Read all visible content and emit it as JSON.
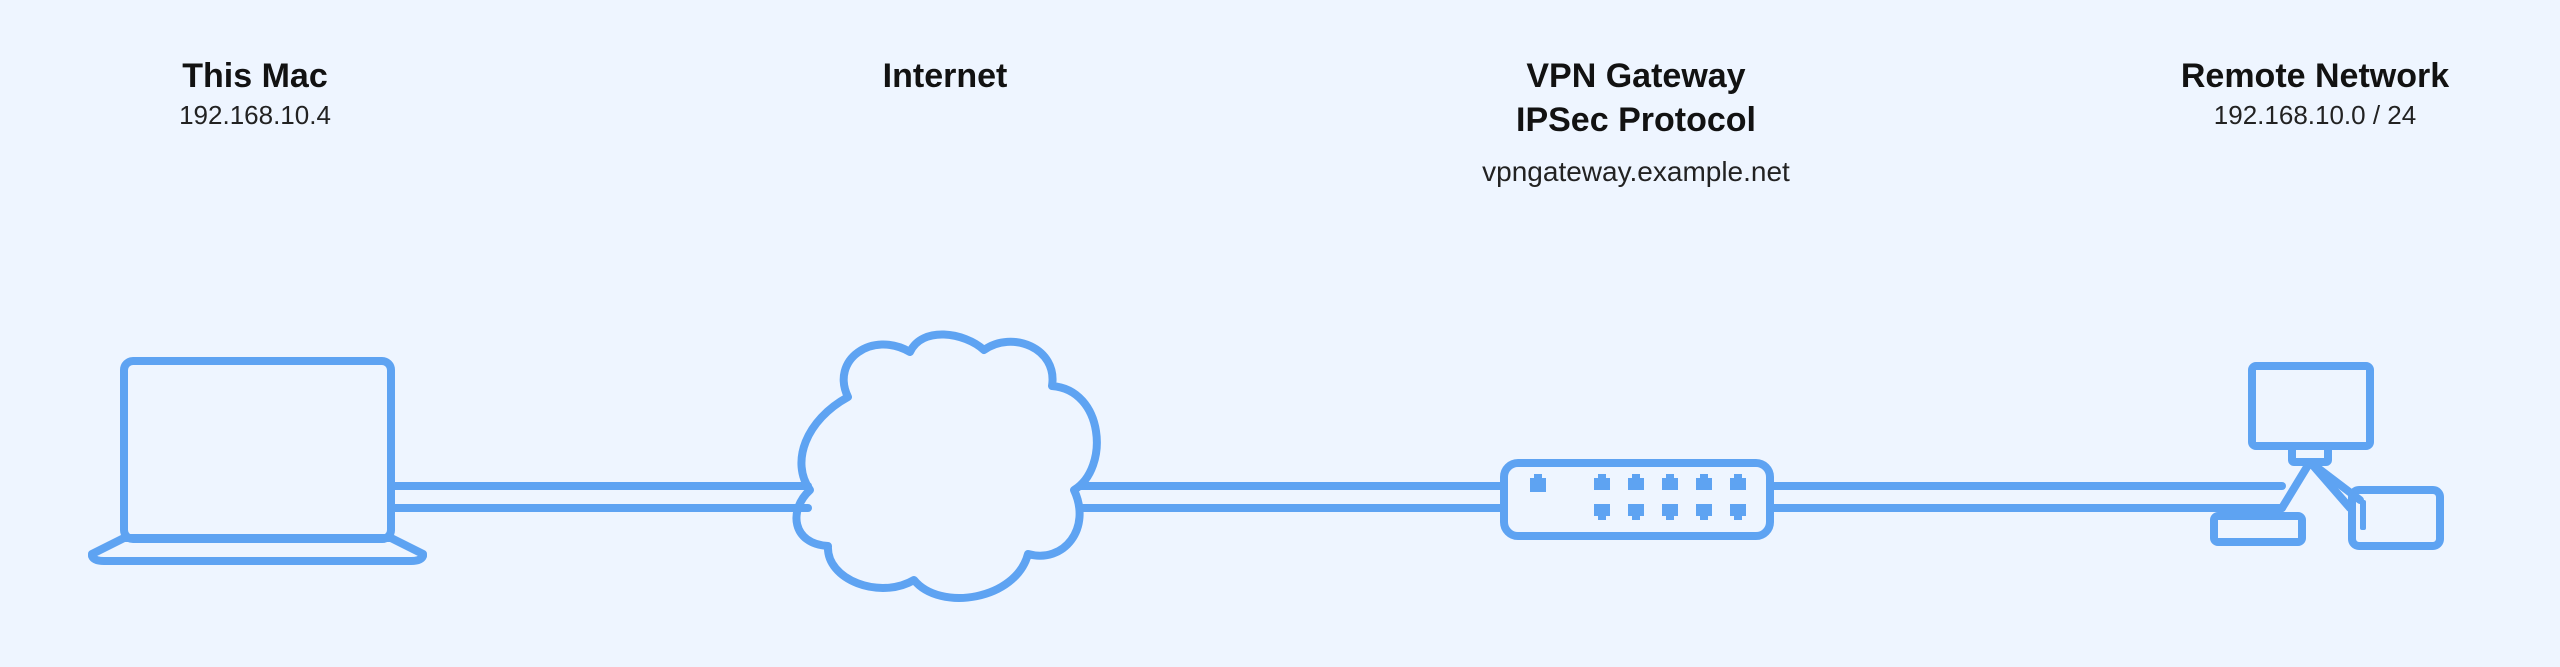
{
  "nodes": {
    "this_mac": {
      "title": "This Mac",
      "address": "192.168.10.4"
    },
    "internet": {
      "title": "Internet"
    },
    "vpn_gateway": {
      "title": "VPN Gateway",
      "protocol": "IPSec Protocol",
      "host": "vpngateway.example.net"
    },
    "remote_network": {
      "title": "Remote Network",
      "subnet": "192.168.10.0 / 24"
    }
  },
  "colors": {
    "background": "#eef5ff",
    "accent": "#5ea3f2",
    "text": "#121212"
  },
  "icons": [
    "laptop-icon",
    "cloud-icon",
    "switch-icon",
    "network-devices-icon"
  ]
}
